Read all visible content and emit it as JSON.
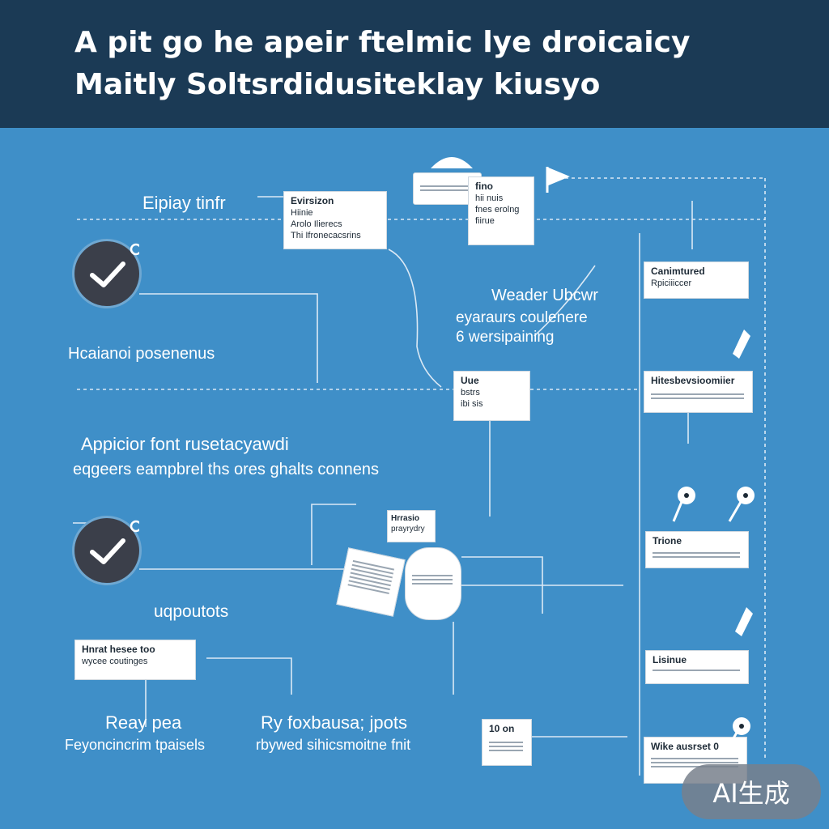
{
  "header": {
    "title_line1": "A pit go he apeir ftelmic lye droicaicy",
    "title_line2": "Maitly Soltsrdidusiteklay kiusyo"
  },
  "labels": {
    "eipiay": "Eipiay tinfr",
    "hcaianoi": "Hcaianoi posenenus",
    "weader_title": "Weader Ubcwr",
    "weader_l2": "eyaraurs coulenere",
    "weader_l3": "6 wersipaining",
    "appicior": "Appicior  font  rusetacyawdi",
    "egcers": "eqgeers eampbrel ths ores ghalts connens",
    "uqpoutots": "uqpoutots",
    "reay_title": "Reay pea",
    "reay_sub": "Feyoncincrim tpaisels",
    "ryfox_title": "Ry foxbausa; jpots",
    "ryfox_sub": "rbywed sihicsmoitne fnit"
  },
  "cards": {
    "c1": {
      "h": "Evirsizon",
      "l2": "Hiinie",
      "l3": "Arolo Ilierecs",
      "l4": "Thi Ifronecacsrins"
    },
    "c2": {
      "h": "fino",
      "l2": "hii nuis",
      "l3": "fnes erolng",
      "l4": "fiirue"
    },
    "c3": {
      "h": "Uue",
      "l2": "bstrs",
      "l3": "ibi sis"
    },
    "c4": {
      "h": "Hrrasio",
      "l2": "prayrydry"
    },
    "c5": {
      "h": "Hnrat hesee too",
      "l2": "wycee coutinges"
    },
    "c6": {
      "h": "10 on"
    },
    "r1": {
      "h": "Canimtured",
      "l2": "Rpiciiiccer"
    },
    "r2": {
      "h": "Hitesbevsioomiier"
    },
    "r3": {
      "h": "Trione"
    },
    "r4": {
      "h": "Lisinue"
    },
    "r5": {
      "h": "Wike ausrset 0"
    }
  },
  "watermark": {
    "text": "AI生成"
  },
  "colors": {
    "background": "#3f8fc8",
    "header": "#1b3a55",
    "badge": "#3b3f4a",
    "line": "#dbe9f5"
  }
}
